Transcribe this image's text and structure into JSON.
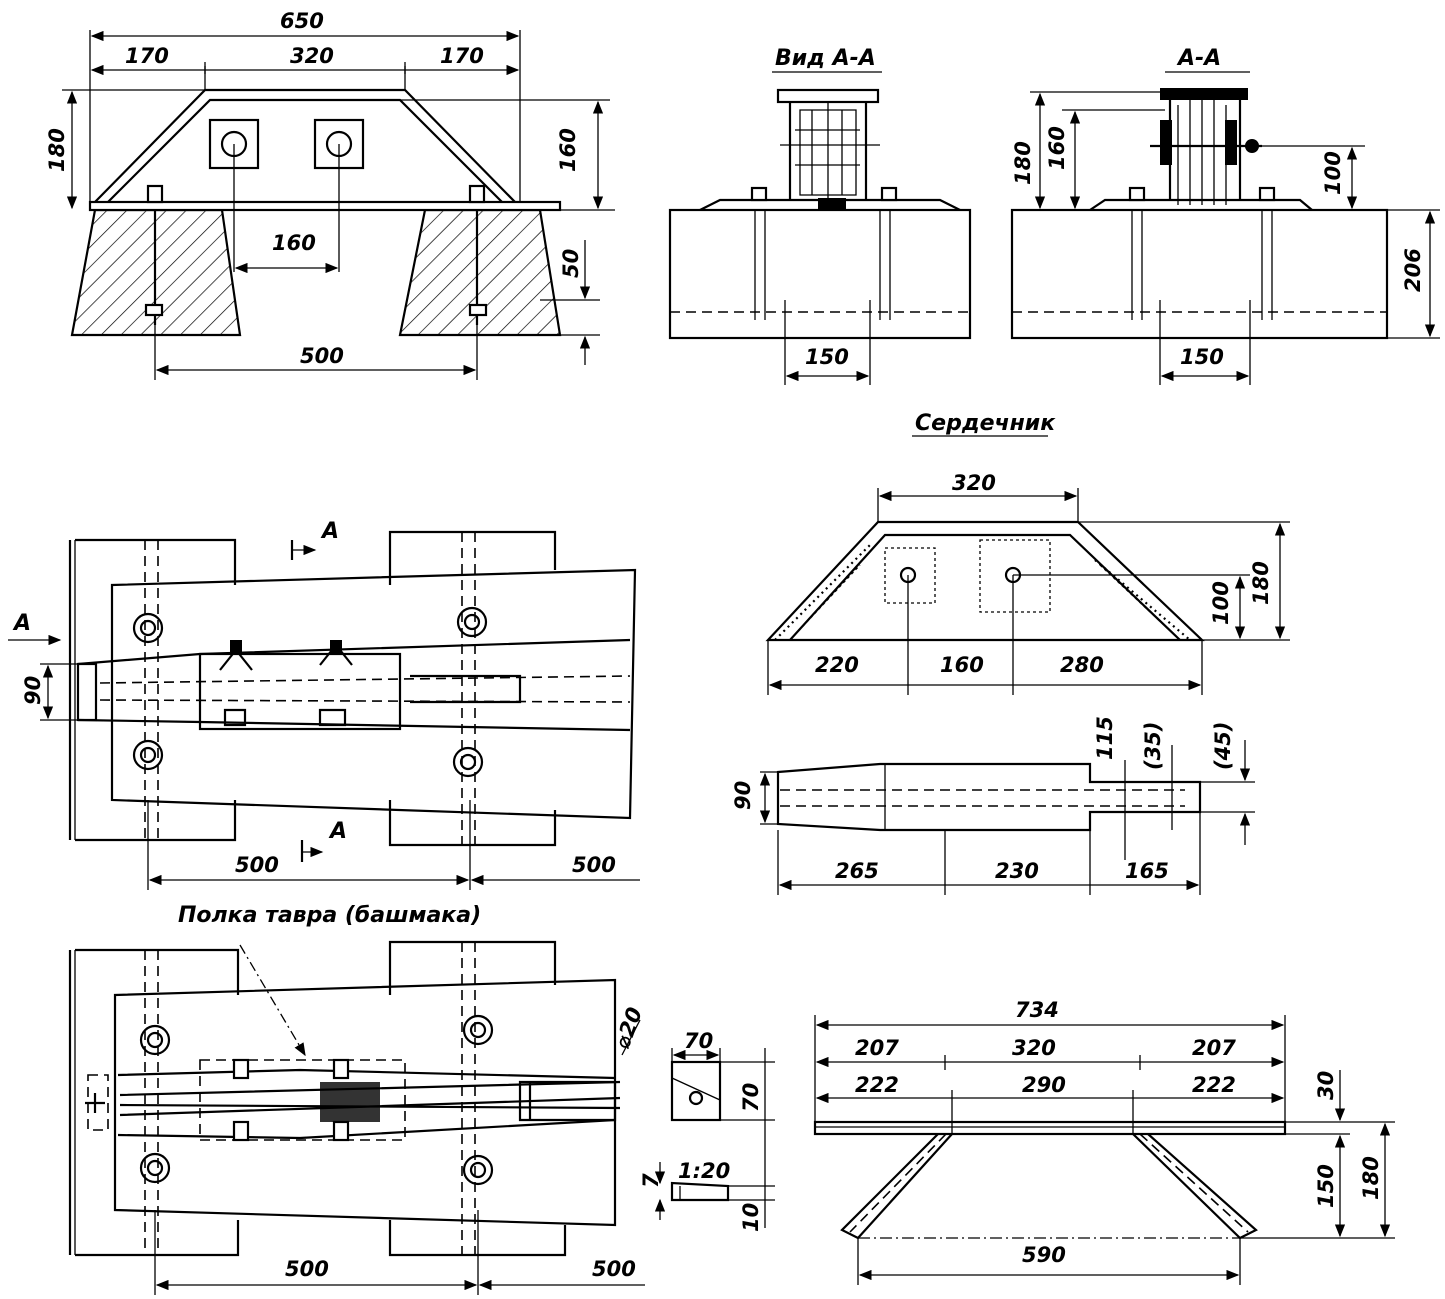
{
  "views": {
    "front": {
      "dims": {
        "d650": "650",
        "d170a": "170",
        "d320": "320",
        "d170b": "170",
        "d180": "180",
        "d160v": "160",
        "d160h": "160",
        "d50": "50",
        "d500": "500"
      }
    },
    "view_aa": {
      "title": "Вид А-А",
      "dims": {
        "d150": "150"
      }
    },
    "section_aa": {
      "title": "А-А",
      "dims": {
        "d180": "180",
        "d160": "160",
        "d100": "100",
        "d206": "206",
        "d150": "150"
      }
    },
    "core": {
      "title": "Сердечник",
      "top": {
        "d320": "320",
        "d100": "100",
        "d180": "180",
        "d220": "220",
        "d160": "160",
        "d280": "280"
      },
      "plan": {
        "d115": "115",
        "d35": "(35)",
        "d45": "(45)",
        "d90": "90",
        "d265": "265",
        "d230": "230",
        "d165": "165"
      }
    },
    "plan1": {
      "sec_a1": "А",
      "sec_a2": "А",
      "sec_a3": "А",
      "dims": {
        "d90": "90",
        "d500a": "500",
        "d500b": "500"
      }
    },
    "plan2": {
      "label": "Полка тавра  (башмака)",
      "dims": {
        "d20": "⌀20",
        "d500a": "500",
        "d500b": "500"
      }
    },
    "plate": {
      "dims": {
        "d70a": "70",
        "d70b": "70",
        "d7": "7",
        "ratio": "1:20",
        "d10": "10"
      }
    },
    "shoe": {
      "dims": {
        "d734": "734",
        "d207a": "207",
        "d320": "320",
        "d207b": "207",
        "d222a": "222",
        "d290": "290",
        "d222b": "222",
        "d30": "30",
        "d150": "150",
        "d180": "180",
        "d590": "590"
      }
    }
  }
}
